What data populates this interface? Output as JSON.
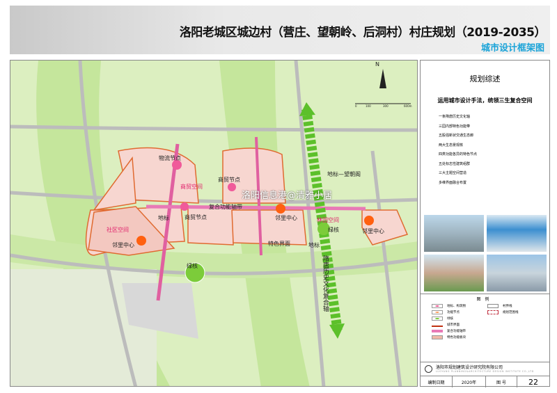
{
  "header": {
    "title": "洛阳老城区城边村（营庄、望朝岭、后洞村）村庄规划（2019-2035）",
    "subtitle": "城市设计框架图"
  },
  "map": {
    "labels": {
      "wuliu": "物流节点",
      "shangmao_space": "商贸空间",
      "shangmao_node": "商贸节点",
      "shangmao_node2": "商贸节点",
      "dibiao": "地标",
      "fuhe": "复合功能轴带",
      "shequ": "社区空间",
      "linli1": "邻里中心",
      "linli2": "邻里中心",
      "linli3": "邻里中心",
      "lvhe1": "绿核",
      "lvhe2": "绿核",
      "tese": "特色界面",
      "dibiao2": "地标",
      "landmark_wcg": "地标—望朝阁",
      "linli_space": "林园空间",
      "axis": "隋唐历史文化复合轴"
    },
    "watermark": "洛阳信息港@清雅小居",
    "north": "N",
    "scale": [
      "0",
      "100",
      "300",
      "600m"
    ]
  },
  "panel": {
    "title": "规划综述",
    "subtitle": "运用城市设计手法，统领三生复合空间",
    "items": [
      "一条隋唐历史文化轴",
      "三园内部特色功能带",
      "五股强新状交通生态廊",
      "两大生态景观核",
      "四类功能各异的特色节点",
      "五处标志性建筑组群",
      "三大主题空间营造",
      "多维界面融合布置"
    ],
    "legend_title": "图例",
    "legend": [
      "地标、构筑物",
      "功能节点",
      "绿核",
      "城市界面",
      "复合功能轴带",
      "特色功能板块",
      "村界线",
      "规划范围线"
    ],
    "org": "洛阳市规划建筑设计研究院有限公司",
    "org_en": "LUOYANG PLANNING&ARCHITECTURE DESIGN INSTITUTE CO.,LTD",
    "footer": {
      "date_label": "编制日期",
      "date": "2020年",
      "num_label": "图  号",
      "num": "22"
    }
  },
  "colors": {
    "greenbelt": "#c8e8a0",
    "block": "#f7d6d0",
    "axis_pink": "#e060a0",
    "axis_green": "#5cc02a",
    "boundary": "#e05010"
  }
}
